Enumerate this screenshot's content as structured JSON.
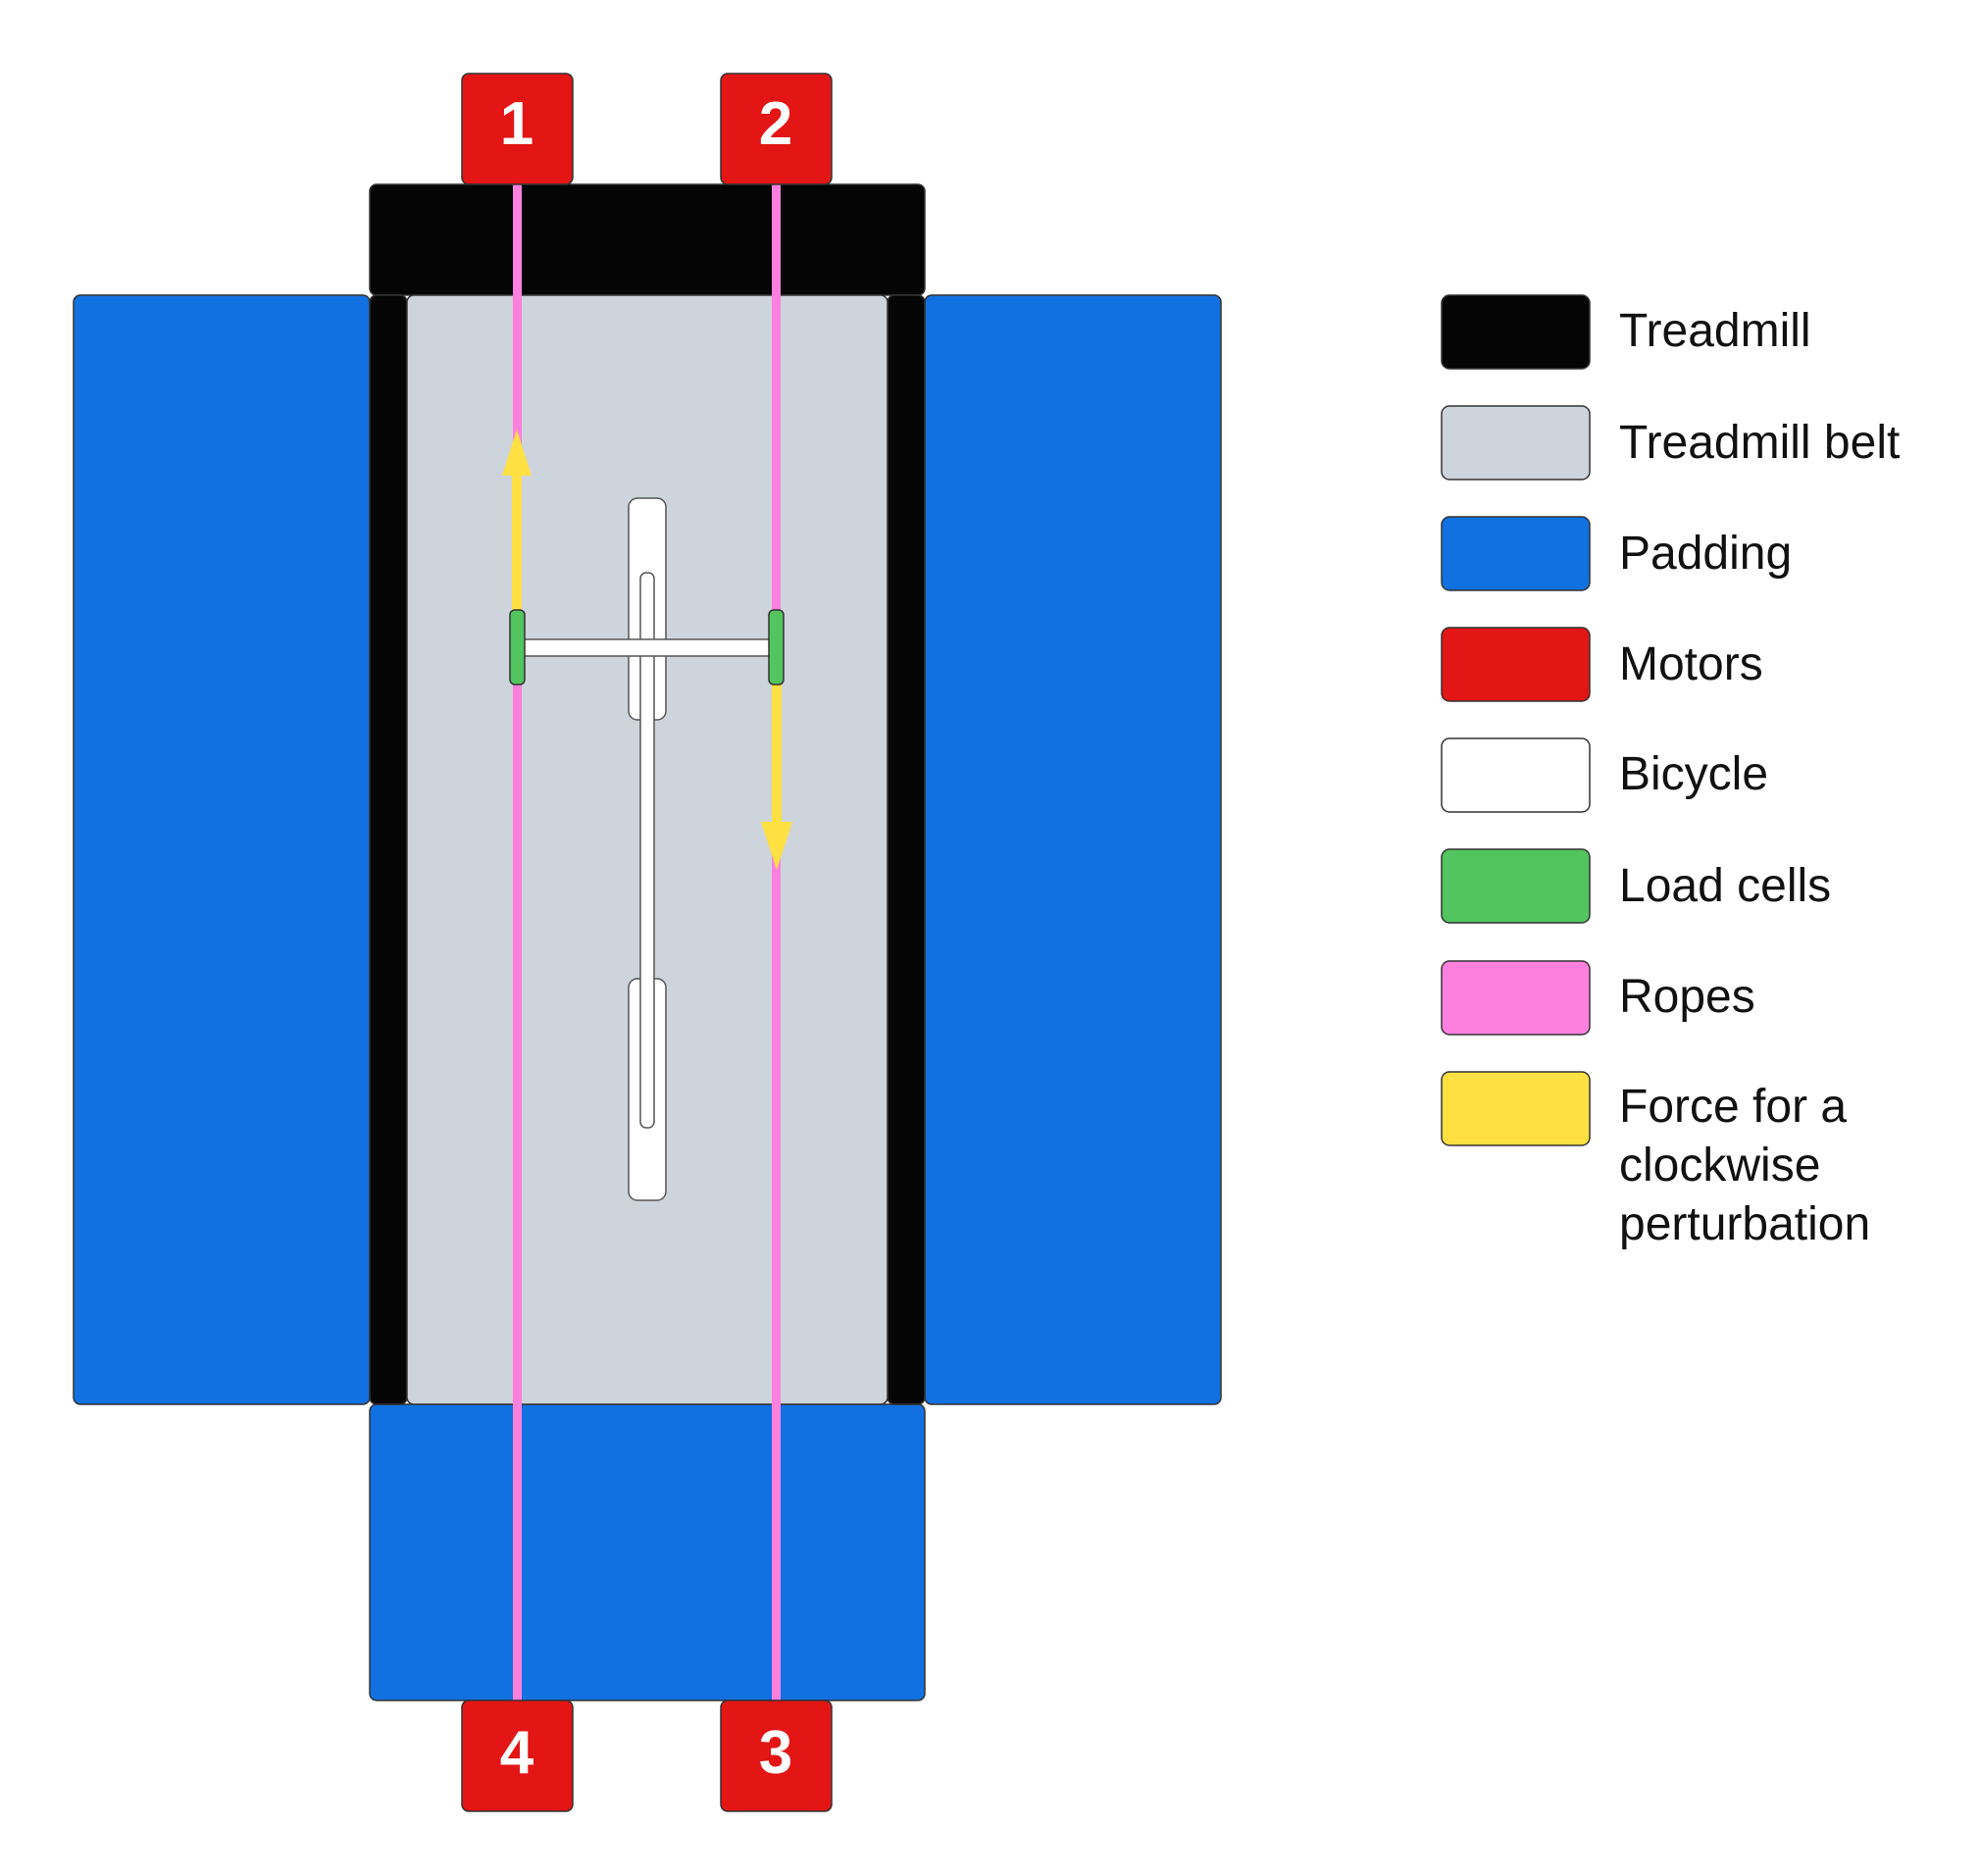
{
  "motors": {
    "m1": "1",
    "m2": "2",
    "m3": "3",
    "m4": "4"
  },
  "legend": {
    "treadmill": "Treadmill",
    "treadmill_belt": "Treadmill belt",
    "padding": "Padding",
    "motors": "Motors",
    "bicycle": "Bicycle",
    "load_cells": "Load cells",
    "ropes": "Ropes",
    "force_line1": "Force for a",
    "force_line2": "clockwise",
    "force_line3": "perturbation"
  },
  "colors": {
    "treadmill": "#050505",
    "treadmill_belt": "#ced4dc",
    "padding": "#1271e1",
    "motors": "#e31515",
    "bicycle": "#ffffff",
    "load_cells": "#53c55f",
    "ropes": "#fe80de",
    "force": "#fee043"
  }
}
